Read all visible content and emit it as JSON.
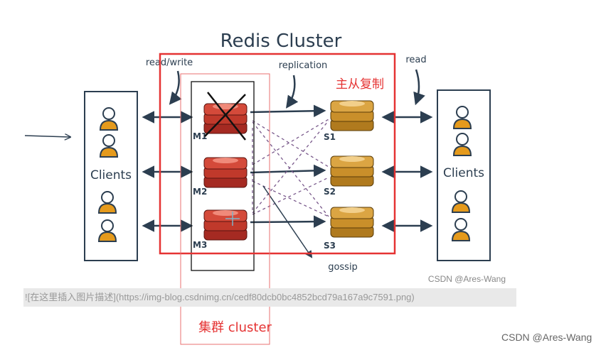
{
  "diagram": {
    "title": "Redis Cluster",
    "read_write_label": "read/write",
    "replication_label": "replication",
    "read_label": "read",
    "gossip_label": "gossip",
    "clients_left": "Clients",
    "clients_right": "Clients",
    "masters": [
      "M1",
      "M2",
      "M3"
    ],
    "slaves": [
      "S1",
      "S2",
      "S3"
    ],
    "inner_watermark": "CSDN @Ares-Wang"
  },
  "annotations": {
    "master_slave_label": "主从复制",
    "cluster_label": "集群 cluster"
  },
  "caption": {
    "text": "![在这里插入图片描述](https://img-blog.csdnimg.cn/cedf80dcb0bc4852bcd79a167a9c7591.png)"
  },
  "watermark": "CSDN @Ares-Wang",
  "colors": {
    "master": "#c0392b",
    "slave": "#d4962a",
    "annotation": "#e53333",
    "ink": "#2c3e50"
  }
}
